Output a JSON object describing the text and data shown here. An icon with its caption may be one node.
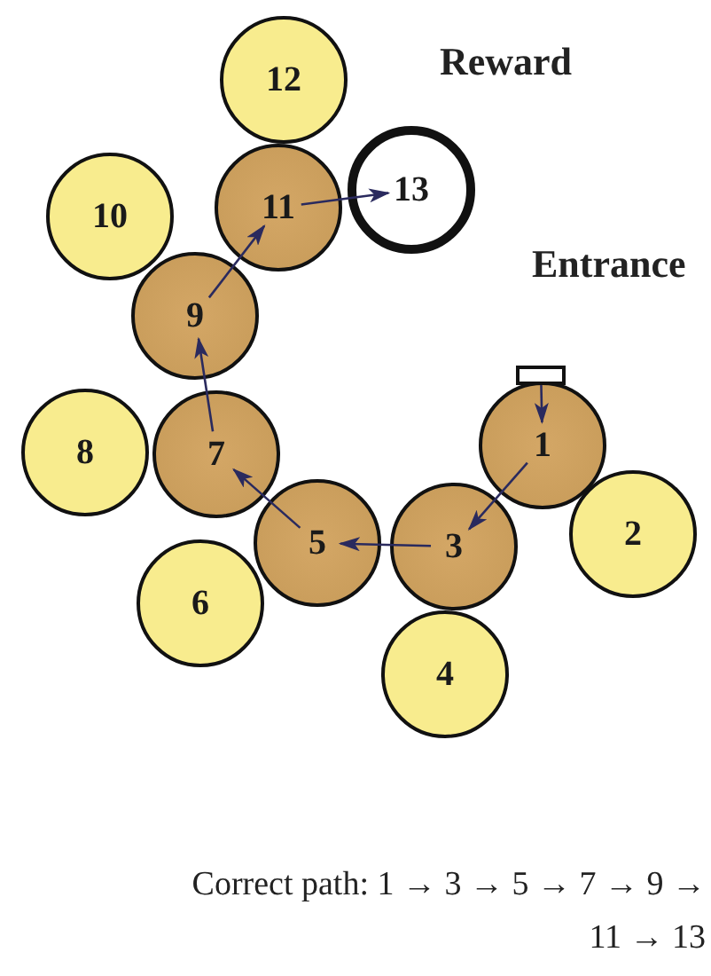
{
  "diagram": {
    "nodes": [
      {
        "text": [
          "1"
        ]
      },
      {
        "text": [
          "2"
        ]
      },
      {
        "text": [
          "3"
        ]
      },
      {
        "text": [
          "4"
        ]
      },
      {
        "text": [
          "5"
        ]
      },
      {
        "text": [
          "6"
        ]
      },
      {
        "text": [
          "7"
        ]
      },
      {
        "text": [
          "8"
        ]
      },
      {
        "text": [
          "9"
        ]
      },
      {
        "text": [
          "10"
        ]
      },
      {
        "text": [
          "11"
        ]
      },
      {
        "text": [
          "12"
        ]
      },
      {
        "text": [
          "13"
        ]
      },
      {
        "text": [],
        "shape": "box"
      }
    ],
    "labels": [
      "Reward",
      "Entrance"
    ],
    "edges": [
      {
        "from": 13,
        "to": 0,
        "arrow": "to"
      },
      {
        "from": 0,
        "to": 2,
        "arrow": "to"
      },
      {
        "from": 2,
        "to": 4,
        "arrow": "to"
      },
      {
        "from": 4,
        "to": 6,
        "arrow": "to"
      },
      {
        "from": 6,
        "to": 8,
        "arrow": "to"
      },
      {
        "from": 8,
        "to": 10,
        "arrow": "to"
      },
      {
        "from": 10,
        "to": 12,
        "arrow": "to"
      }
    ],
    "caption": "Correct path: 1 → 3 → 5 → 7 → 9 → 11 → 13"
  }
}
